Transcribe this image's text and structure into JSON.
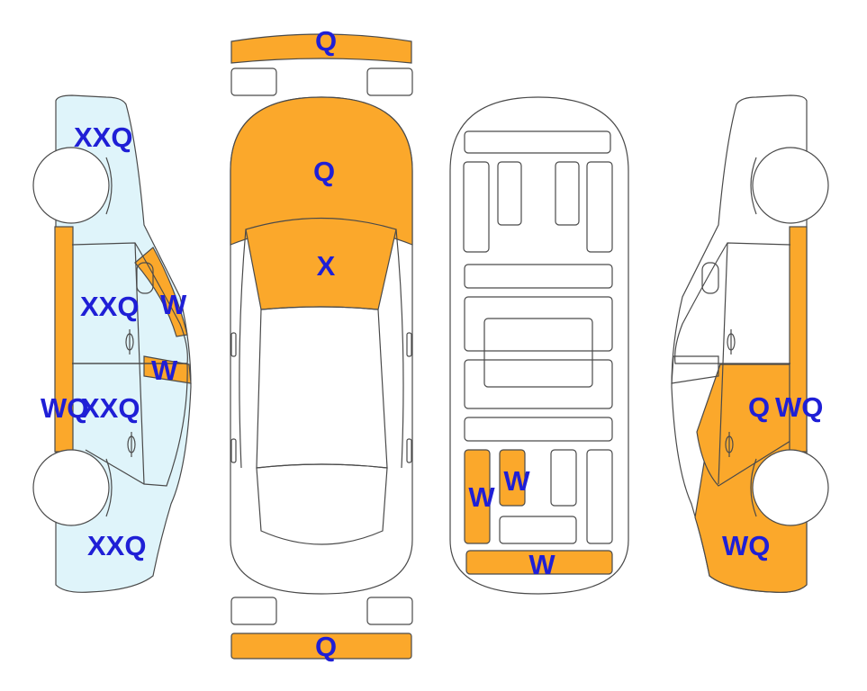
{
  "colors": {
    "damage": "#FBA82B",
    "light": "#DFF4FA",
    "label": "#1F1FD6",
    "line": "#4a4a4a"
  },
  "views": {
    "front_bumper": "Q",
    "hood": "Q",
    "windshield": "X",
    "rear_bumper": "Q",
    "left_front_fender": "XXQ",
    "left_front_door": "XXQ",
    "left_a_pillar": "W",
    "left_quarter_glass": "W",
    "left_rocker": "WQ",
    "left_rear_door": "XXQ",
    "left_rear_quarter": "XXQ",
    "underbody_left_rail": "W",
    "underbody_center_rail": "W",
    "underbody_rear_crossmember": "W",
    "right_rear_door": "Q",
    "right_rocker": "WQ",
    "right_rear_quarter": "WQ"
  }
}
